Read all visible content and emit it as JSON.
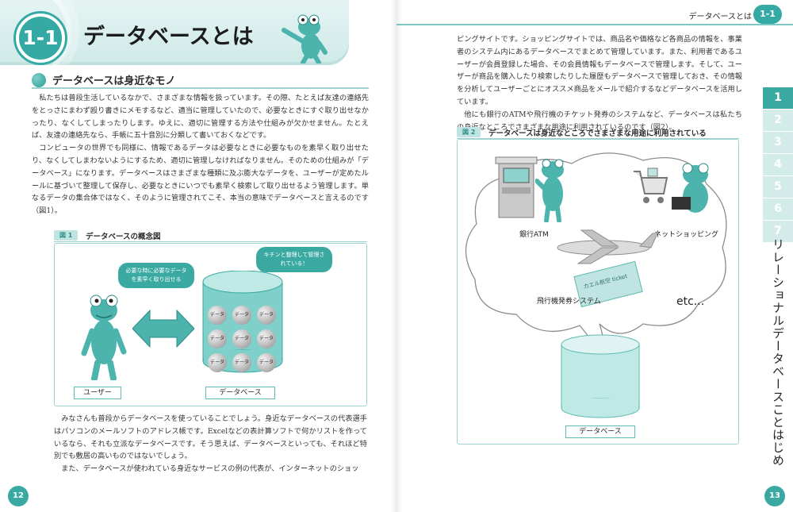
{
  "left_page": {
    "chapter_badge": "1-1",
    "chapter_title": "データベースとは",
    "section_heading": "データベースは身近なモノ",
    "paragraphs": [
      "私たちは普段生活しているなかで、さまざまな情報を扱っています。その際、たとえば友達の連絡先をとっさにまわず殴り書きにメモするなど、適当に管理していたので、必要なときにすぐ取り出せなかったり、なくしてしまったりします。ゆえに、適切に管理する方法や仕組みが欠かせません。たとえば、友達の連絡先なら、手帳に五十音別に分類して書いておくなどです。",
      "コンピュータの世界でも同様に、情報であるデータは必要なときに必要なものを素早く取り出せたり、なくしてしまわないようにするため、適切に管理しなければなりません。そのための仕組みが「データベース」になります。データベースはさまざまな種類に及ぶ膨大なデータを、ユーザーが定めたルールに基づいて整理して保存し、必要なときにいつでも素早く検索して取り出せるよう管理します。単なるデータの集合体ではなく、そのように管理されてこそ、本当の意味でデータベースと言えるのです（図1）。"
    ],
    "figure1": {
      "num": "図 1",
      "title": "データベースの概念図",
      "bubble_left": "必要な時に必要なデータを素早く取り出せる",
      "bubble_right": "キチンと整理して管理されている！",
      "cell_label": "データ",
      "label_user": "ユーザー",
      "label_db": "データベース"
    },
    "paragraphs2": [
      "みなさんも普段からデータベースを使っていることでしょう。身近なデータベースの代表選手はパソコンのメールソフトのアドレス帳です。Excelなどの表計算ソフトで何かリストを作っているなら、それも立派なデータベースです。そう思えば、データベースといっても、それほど特別でも敷居の高いものではないでしょう。",
      "また、データベースが使われている身近なサービスの例の代表が、インターネットのショッ"
    ],
    "page_number": "12"
  },
  "right_page": {
    "running_head": "データベースとは",
    "section_badge": "1-1",
    "paragraphs": [
      "ピングサイトです。ショッピングサイトでは、商品名や価格など各商品の情報を、事業者のシステム内にあるデータベースでまとめて管理しています。また、利用者であるユーザーが会員登録した場合、その会員情報もデータベースで管理します。そして、ユーザーが商品を購入したり検索したりした履歴もデータベースで管理しておき、その情報を分析してユーザーごとにオススメ商品をメールで紹介するなどデータベースを活用しています。",
      "他にも銀行のATMや飛行機のチケット発券のシステムなど、データベースは私たちの身近なところでさまざまな用途に利用されているのです（図2）。"
    ],
    "figure2": {
      "num": "図 2",
      "title": "データベースは身近なところでさまざまな用途に利用されている",
      "label_atm": "銀行ATM",
      "label_shop": "ネットショッピング",
      "label_ticket": "飛行機発券システム",
      "ticket_text": "カエル航空 ticket",
      "label_etc": "etc...",
      "label_db": "データベース"
    },
    "tabs": [
      "1",
      "2",
      "3",
      "4",
      "5",
      "6",
      "7"
    ],
    "vertical_title": "リレーショナルデータベースことはじめ",
    "page_number": "13"
  },
  "colors": {
    "accent": "#3aa9a2",
    "accent_light": "#cfeae8",
    "rule": "#9fd3cf"
  }
}
